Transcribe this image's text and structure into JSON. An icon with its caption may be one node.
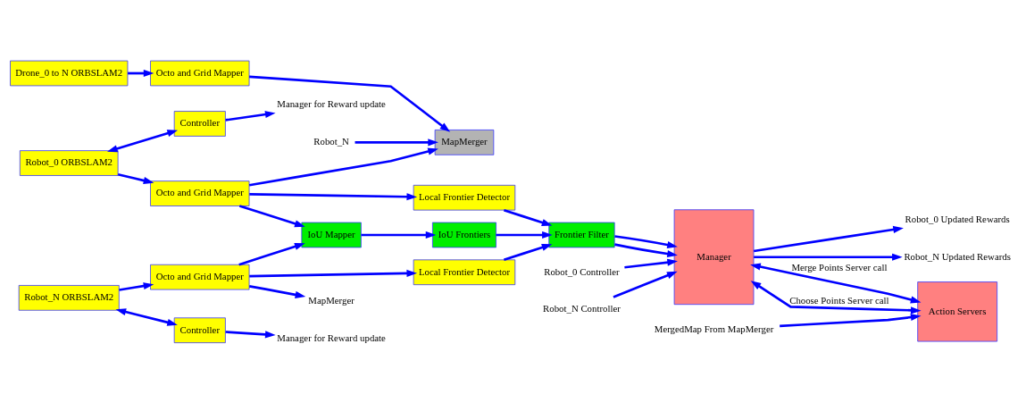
{
  "diagram": {
    "nodes": [
      {
        "text": [
          "Drone_0 to N ORBSLAM2"
        ]
      },
      {
        "text": [
          "Octo and Grid Mapper"
        ]
      },
      {
        "text": [
          "MapMerger"
        ]
      },
      {
        "text": [
          "Robot_0 ORBSLAM2"
        ]
      },
      {
        "text": [
          "Octo and Grid Mapper"
        ]
      },
      {
        "text": [
          "Controller"
        ]
      },
      {
        "text": [
          "IoU Mapper"
        ]
      },
      {
        "text": [
          "IoU Frontiers"
        ]
      },
      {
        "text": [
          "Local Frontier Detector"
        ]
      },
      {
        "text": [
          "Frontier Filter"
        ]
      },
      {
        "text": [
          "Robot_N ORBSLAM2"
        ]
      },
      {
        "text": [
          "Octo and Grid Mapper"
        ]
      },
      {
        "text": [
          "Controller"
        ]
      },
      {
        "text": [
          "Local Frontier Detector"
        ]
      },
      {
        "text": [
          "Manager"
        ]
      },
      {
        "text": [
          "Action Servers"
        ]
      },
      {
        "text": [
          "Robot_N"
        ]
      },
      {
        "text": [
          "Manager for Reward update"
        ]
      },
      {
        "text": [
          "MapMerger"
        ]
      },
      {
        "text": [
          "Manager for Reward update"
        ]
      },
      {
        "text": [
          "Robot_0 Updated Rewards"
        ]
      },
      {
        "text": [
          "Robot_N Updated Rewards"
        ]
      },
      {
        "text": [
          "Robot_0 Controller"
        ]
      },
      {
        "text": [
          "Robot_N Controller"
        ]
      },
      {
        "text": [
          "MergedMap From MapMerger"
        ]
      }
    ],
    "edges": [
      {
        "from": 0,
        "to": 1,
        "arrow": "to"
      },
      {
        "from": 1,
        "to": 2,
        "arrow": "to"
      },
      {
        "from": 16,
        "to": 2,
        "arrow": "to"
      },
      {
        "from": 4,
        "to": 2,
        "arrow": "to"
      },
      {
        "from": 3,
        "to": 4,
        "arrow": "to"
      },
      {
        "from": 3,
        "to": 5,
        "arrow": "both"
      },
      {
        "from": 4,
        "to": 8,
        "arrow": "to"
      },
      {
        "from": 4,
        "to": 6,
        "arrow": "to"
      },
      {
        "from": 5,
        "to": 17,
        "arrow": "to"
      },
      {
        "from": 6,
        "to": 7,
        "arrow": "to"
      },
      {
        "from": 7,
        "to": 9,
        "arrow": "to"
      },
      {
        "from": 8,
        "to": 9,
        "arrow": "to"
      },
      {
        "from": 10,
        "to": 11,
        "arrow": "to"
      },
      {
        "from": 10,
        "to": 12,
        "arrow": "both"
      },
      {
        "from": 11,
        "to": 6,
        "arrow": "to"
      },
      {
        "from": 11,
        "to": 13,
        "arrow": "to"
      },
      {
        "from": 11,
        "to": 18,
        "arrow": "to"
      },
      {
        "from": 12,
        "to": 19,
        "arrow": "to"
      },
      {
        "from": 13,
        "to": 9,
        "arrow": "to"
      },
      {
        "from": 9,
        "to": 14,
        "arrow": "to"
      },
      {
        "from": 9,
        "to": 14,
        "arrow": "to"
      },
      {
        "from": 14,
        "to": 20,
        "arrow": "to"
      },
      {
        "from": 14,
        "to": 21,
        "arrow": "to"
      },
      {
        "from": 22,
        "to": 14,
        "arrow": "to"
      },
      {
        "from": 23,
        "to": 14,
        "arrow": "to"
      },
      {
        "from": 14,
        "to": 15,
        "arrow": "both",
        "label": "Merge Points Server call"
      },
      {
        "from": 14,
        "to": 15,
        "arrow": "both",
        "label": "Choose Points Server call"
      },
      {
        "from": 24,
        "to": 15,
        "arrow": "to"
      }
    ]
  }
}
